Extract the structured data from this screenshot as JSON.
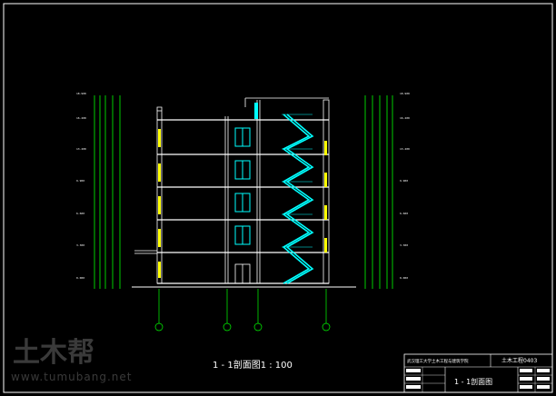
{
  "drawing": {
    "title": "1 - 1剖面图1 : 100",
    "border_color": "#ffffff",
    "line_white": "#ffffff",
    "line_green": "#00ff00",
    "line_cyan": "#00ffff",
    "line_yellow": "#ffff00"
  },
  "level_marks": [
    "18.900",
    "16.200",
    "13.200",
    "9.900",
    "6.600",
    "3.300",
    "0.000"
  ],
  "title_block": {
    "school": "武汉理工大学土木工程与建筑学院",
    "project": "土木工程0403",
    "drawing_name": "1 - 1剖面图"
  },
  "watermark": {
    "logo_text": "土木帮",
    "url": "www.tumubang.net"
  }
}
